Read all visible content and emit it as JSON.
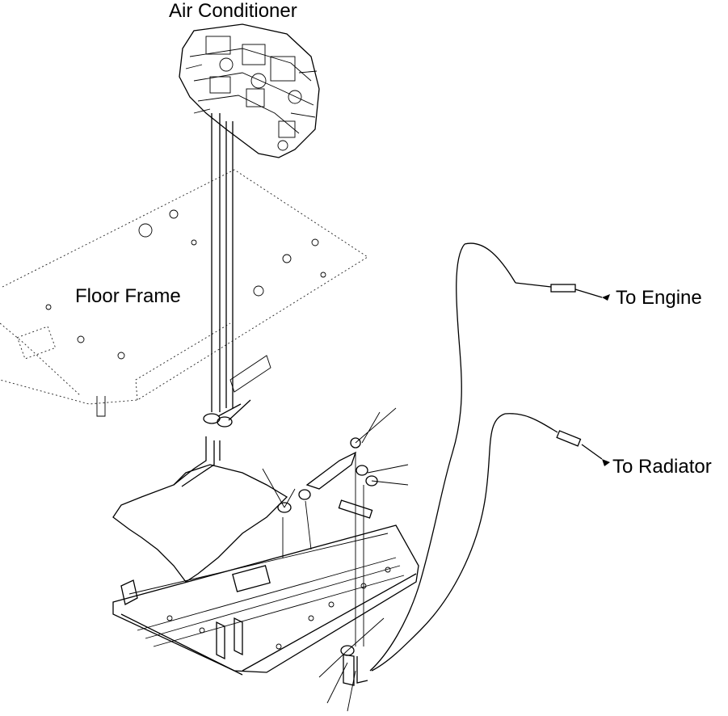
{
  "labels": {
    "air_conditioner": "Air Conditioner",
    "floor_frame": "Floor Frame",
    "to_engine": "To Engine",
    "to_radiator": "To Radiator"
  },
  "colors": {
    "background": "#ffffff",
    "ink": "#000000"
  }
}
